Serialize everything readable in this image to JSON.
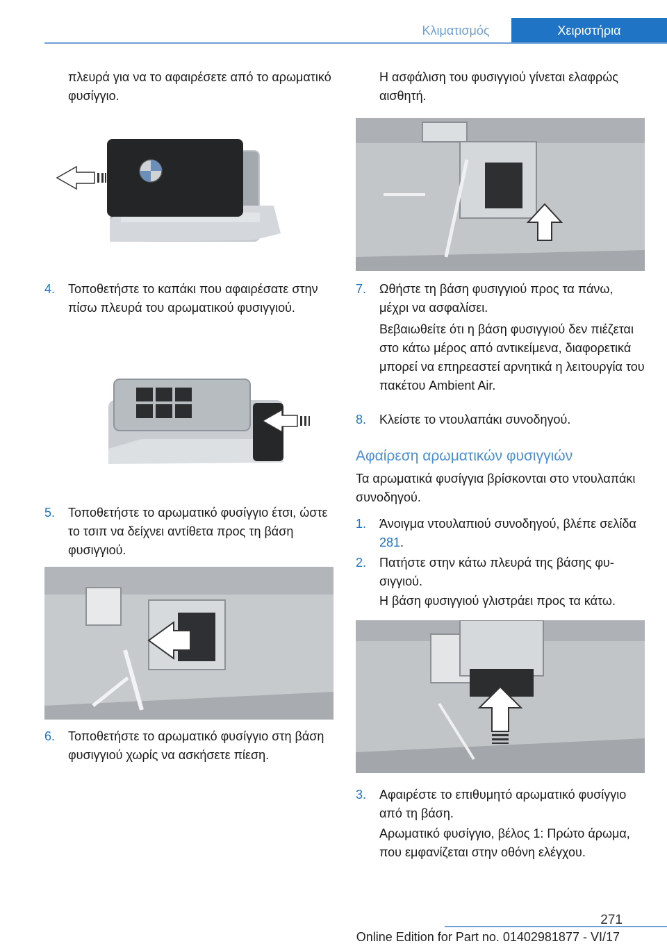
{
  "header": {
    "section": "Κλιματισμός",
    "chapter": "Χειριστήρια"
  },
  "left": {
    "intro": "πλευρά για να το αφαιρέσετε από το αρω­ματικό φυσίγγιο.",
    "steps": [
      {
        "num": "4.",
        "text": "Τοποθετήστε το καπάκι που αφαιρέσατε στην πίσω πλευρά του αρωματικού φυσιγ­γιού."
      },
      {
        "num": "5.",
        "text": "Τοποθετήστε το αρωματικό φυσίγγιο έτσι, ώστε το τσιπ να δείχνει αντίθετα προς τη βάση φυσιγγιού."
      },
      {
        "num": "6.",
        "text": "Τοποθετήστε το αρωματικό φυσίγγιο στη βάση φυσιγγιού χωρίς να ασκήσετε πίεση."
      }
    ]
  },
  "right": {
    "intro": "Η ασφάλιση του φυσιγγιού γίνεται ελα­φρώς αισθητή.",
    "step7": {
      "num": "7.",
      "text": "Ωθήστε τη βάση φυσιγγιού προς τα πάνω, μέχρι να ασφαλίσει.",
      "note": "Βεβαιωθείτε ότι η βάση φυσιγγιού δεν πιέ­ζεται στο κάτω μέρος από αντικείμενα, διαφορετικά μπορεί να επηρεαστεί αρνη­τικά η λειτουργία του πακέτου Ambient Air."
    },
    "step8": {
      "num": "8.",
      "text": "Κλείστε το ντουλαπάκι συνοδηγού."
    },
    "heading": "Αφαίρεση αρωματικών φυσιγγιών",
    "heading_para": "Τα αρωματικά φυσίγγια βρίσκονται στο ντου­λαπάκι συνοδηγού.",
    "step1": {
      "num": "1.",
      "text": "Άνοιγμα ντουλαπιού συνοδηγού, βλέπε σε­λίδα ",
      "page_ref": "281",
      "tail": "."
    },
    "step2": {
      "num": "2.",
      "text": "Πατήστε στην κάτω πλευρά της βάσης φυ­σιγγιού.",
      "note": "Η βάση φυσιγγιού γλιστράει προς τα κάτω."
    },
    "step3": {
      "num": "3.",
      "text": "Αφαιρέστε το επιθυμητό αρωματικό φυσίγ­γιο από τη βάση.",
      "note": "Αρωματικό φυσίγγιο, βέλος 1: Πρώτο άρωμα, που εμφανίζεται στην οθόνη ελέγ­χου."
    }
  },
  "footer": {
    "page": "271",
    "edition": "Online Edition for Part no. 01402981877 - VI/17"
  }
}
